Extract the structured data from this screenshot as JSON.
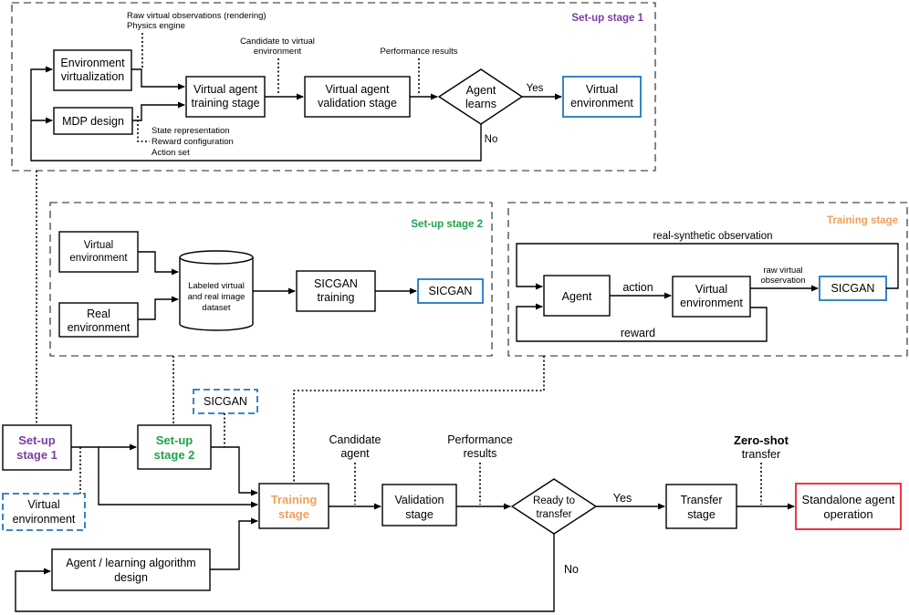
{
  "colors": {
    "purple": "#7b3fa0",
    "green": "#1fa34a",
    "orange": "#f0a05a",
    "blue": "#1f78c1",
    "red": "#e8202a"
  },
  "setup1": {
    "title": "Set-up stage 1",
    "env_virt": [
      "Environment",
      "virtualization"
    ],
    "mdp": "MDP design",
    "raw_obs": [
      "Raw virtual observations (rendering)",
      "Physics engine"
    ],
    "candidate": [
      "Candidate to virtual",
      "environment"
    ],
    "perf": "Performance results",
    "vat": [
      "Virtual agent",
      "training stage"
    ],
    "vav": [
      "Virtual agent",
      "validation stage"
    ],
    "learns": [
      "Agent",
      "learns"
    ],
    "yes": "Yes",
    "no": "No",
    "venv": [
      "Virtual",
      "environment"
    ],
    "mdp_items": [
      "State representation",
      "Reward configuration",
      "Action set"
    ]
  },
  "setup2": {
    "title": "Set-up stage 2",
    "venv": [
      "Virtual",
      "environment"
    ],
    "renv": [
      "Real",
      "environment"
    ],
    "dataset": [
      "Labeled virtual",
      "and real image",
      "dataset"
    ],
    "training": [
      "SICGAN",
      "training"
    ],
    "sicgan": "SICGAN"
  },
  "training": {
    "title": "Training stage",
    "real_synth": "real-synthetic observation",
    "agent": "Agent",
    "action": "action",
    "venv": [
      "Virtual",
      "environment"
    ],
    "raw": [
      "raw virtual",
      "observation"
    ],
    "sicgan": "SICGAN",
    "reward": "reward"
  },
  "main": {
    "setup1": [
      "Set-up",
      "stage 1"
    ],
    "setup2": [
      "Set-up",
      "stage 2"
    ],
    "sicgan": "SICGAN",
    "venv": [
      "Virtual",
      "environment"
    ],
    "training": [
      "Training",
      "stage"
    ],
    "candidate": [
      "Candidate",
      "agent"
    ],
    "validation": [
      "Validation",
      "stage"
    ],
    "perf": [
      "Performance",
      "results"
    ],
    "ready": [
      "Ready to",
      "transfer"
    ],
    "yes": "Yes",
    "no": "No",
    "transfer": [
      "Transfer",
      "stage"
    ],
    "zeroshot": [
      "Zero-shot",
      "transfer"
    ],
    "standalone": [
      "Standalone agent",
      "operation"
    ],
    "agent_design": [
      "Agent / learning algorithm",
      "design"
    ]
  }
}
